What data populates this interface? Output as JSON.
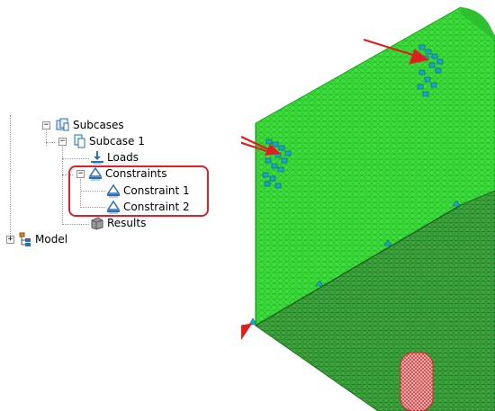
{
  "tree": {
    "subcases": "Subcases",
    "subcase1": "Subcase 1",
    "loads": "Loads",
    "constraints": "Constraints",
    "constraint1": "Constraint 1",
    "constraint2": "Constraint 2",
    "results": "Results",
    "model": "Model"
  },
  "colors": {
    "mesh_face": "#3ee03e",
    "mesh_edge": "#1fa41f",
    "mesh_dark": "#2a7a2a",
    "constraint_marker": "#1aa8c0",
    "highlight": "#e0202a",
    "arrow": "#e01e1e",
    "pin": "#d02a2a"
  }
}
